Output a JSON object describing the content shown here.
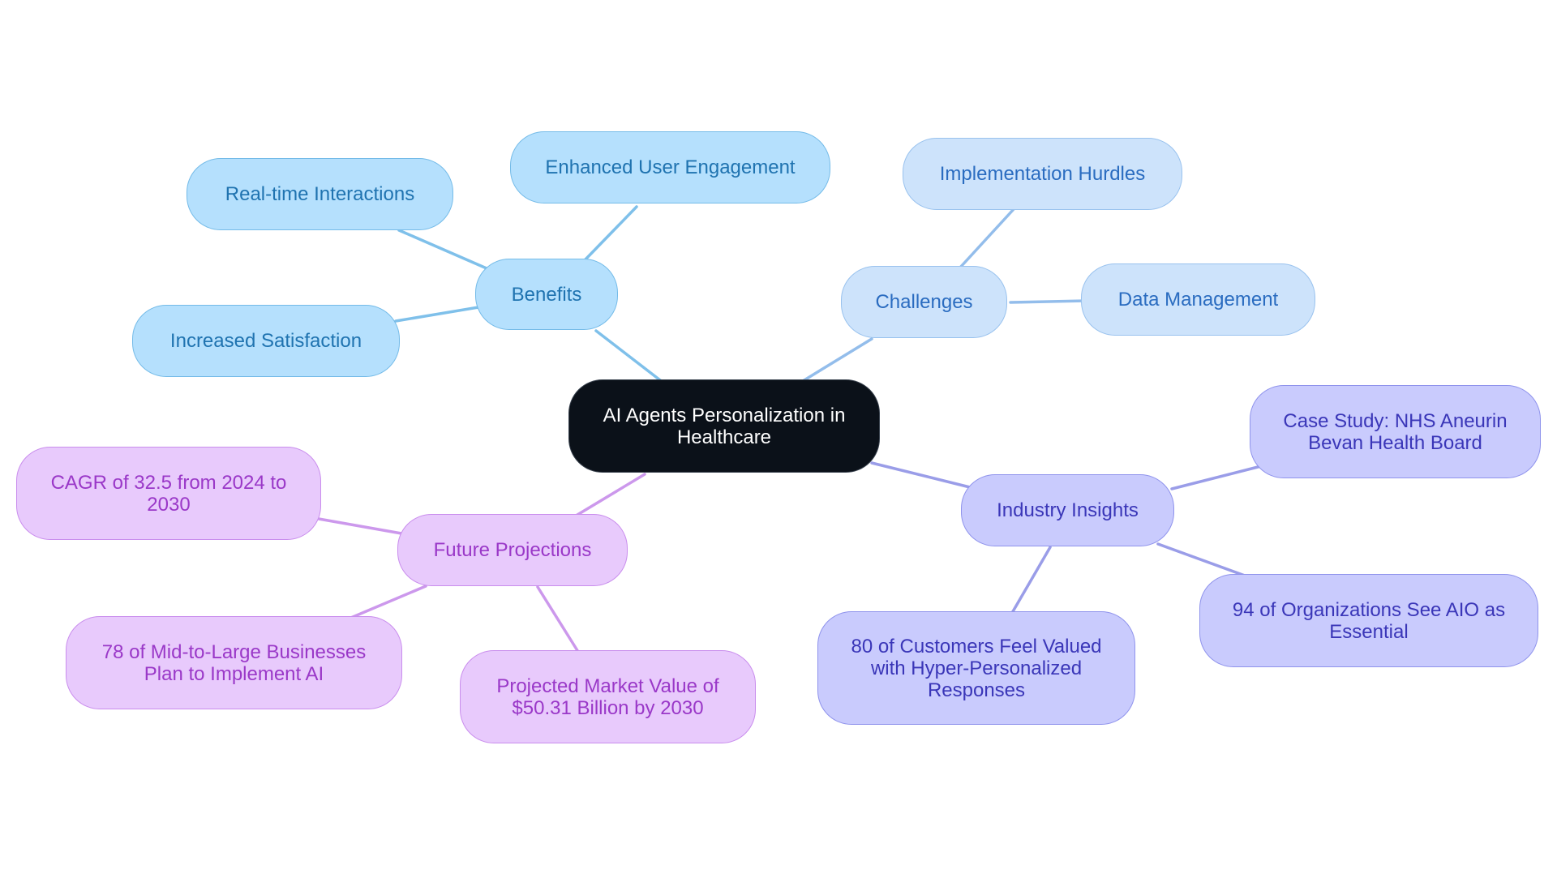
{
  "diagram": {
    "type": "mind-map",
    "colors": {
      "root": "#0b1119",
      "benefits_edge": "#7fc0ea",
      "challenges_edge": "#93bdeb",
      "insights_edge": "#9a9de8",
      "future_edge": "#cc98ec"
    },
    "root": {
      "label": "AI Agents Personalization in Healthcare"
    },
    "branches": [
      {
        "label": "Benefits",
        "children": [
          "Enhanced User Engagement",
          "Real-time Interactions",
          "Increased Satisfaction"
        ]
      },
      {
        "label": "Challenges",
        "children": [
          "Implementation Hurdles",
          "Data Management"
        ]
      },
      {
        "label": "Industry Insights",
        "children": [
          "Case Study: NHS Aneurin Bevan Health Board",
          "94 of Organizations See AIO as Essential",
          "80 of Customers Feel Valued with Hyper-Personalized Responses"
        ]
      },
      {
        "label": "Future Projections",
        "children": [
          "CAGR of 32.5 from 2024 to 2030",
          "78 of Mid-to-Large Businesses Plan to Implement AI",
          "Projected Market Value of $50.31 Billion by 2030"
        ]
      }
    ]
  }
}
